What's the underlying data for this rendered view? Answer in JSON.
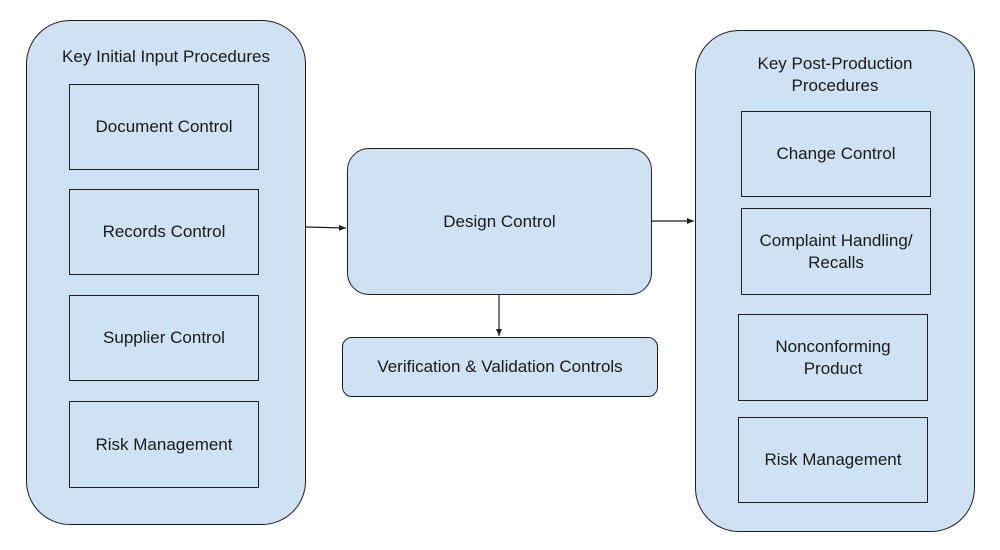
{
  "colors": {
    "fill": "#cfe2f3",
    "stroke": "#1f1f1f",
    "text": "#1a1a1a"
  },
  "left_group": {
    "title": "Key Initial Input Procedures",
    "items": [
      "Document Control",
      "Records Control",
      "Supplier Control",
      "Risk Management"
    ]
  },
  "center": {
    "design": "Design Control",
    "verification": "Verification & Validation Controls"
  },
  "right_group": {
    "title": "Key Post-Production\nProcedures",
    "items": [
      "Change Control",
      "Complaint Handling/\nRecalls",
      "Nonconforming\nProduct",
      "Risk Management"
    ]
  }
}
